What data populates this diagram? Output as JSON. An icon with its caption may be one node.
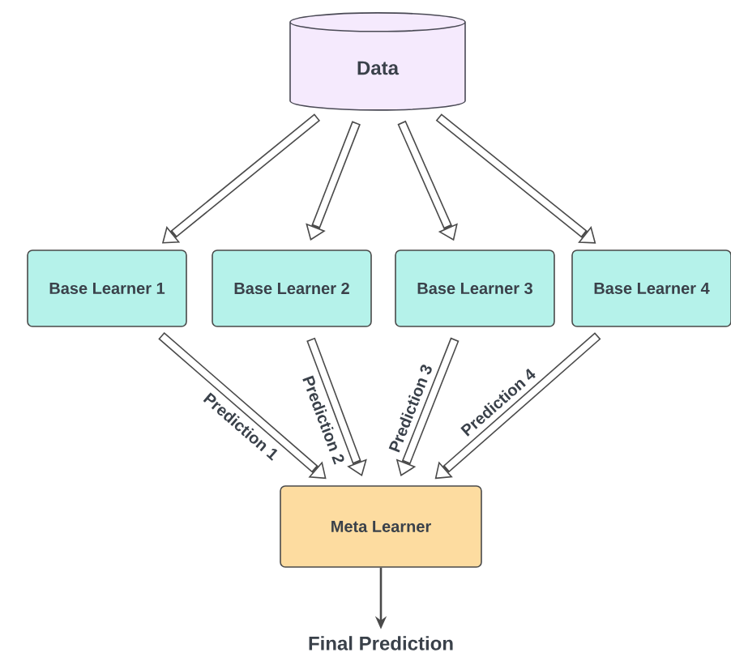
{
  "diagram": {
    "nodes": [
      {
        "text": [
          "Data"
        ]
      },
      {
        "text": [
          "Base Learner 1"
        ]
      },
      {
        "text": [
          "Base Learner 2"
        ]
      },
      {
        "text": [
          "Base Learner 3"
        ]
      },
      {
        "text": [
          "Base Learner 4"
        ]
      },
      {
        "text": [
          "Meta Learner"
        ]
      },
      {
        "text": [
          "Final Prediction"
        ]
      }
    ],
    "edges": [
      {
        "from": 0,
        "to": 1,
        "arrow": "to"
      },
      {
        "from": 0,
        "to": 2,
        "arrow": "to"
      },
      {
        "from": 0,
        "to": 3,
        "arrow": "to"
      },
      {
        "from": 0,
        "to": 4,
        "arrow": "to"
      },
      {
        "from": 1,
        "to": 5,
        "arrow": "to",
        "label": "Prediction 1"
      },
      {
        "from": 2,
        "to": 5,
        "arrow": "to",
        "label": "Prediction 2"
      },
      {
        "from": 3,
        "to": 5,
        "arrow": "to",
        "label": "Prediction 3"
      },
      {
        "from": 4,
        "to": 5,
        "arrow": "to",
        "label": "Prediction 4"
      },
      {
        "from": 5,
        "to": 6,
        "arrow": "to"
      }
    ]
  }
}
